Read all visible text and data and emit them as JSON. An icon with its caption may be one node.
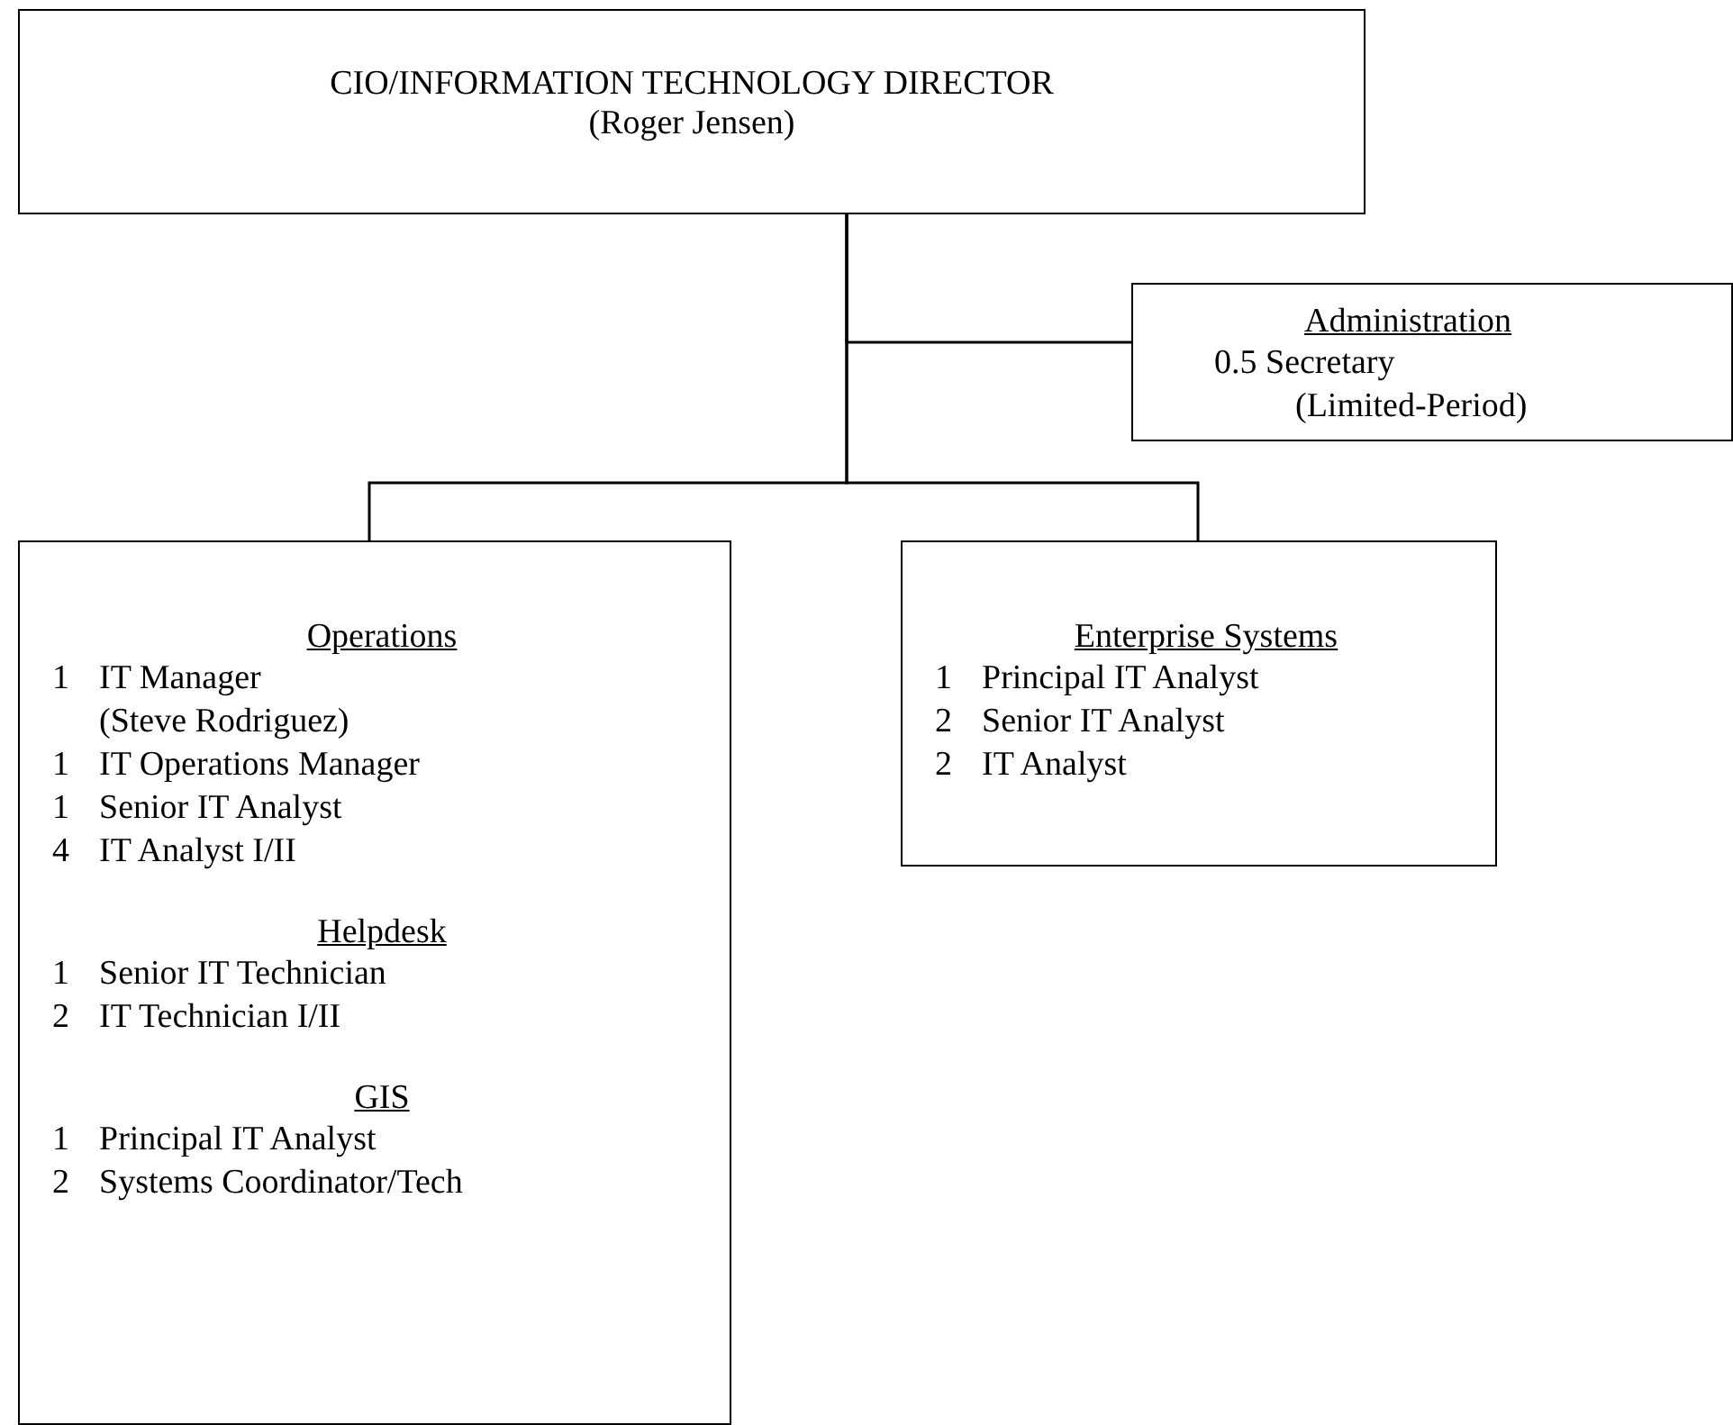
{
  "diagram": {
    "nodes": [
      {
        "text": [
          "CIO/INFORMATION TECHNOLOGY DIRECTOR",
          "(Roger Jensen)"
        ]
      },
      {
        "text": [
          "Administration",
          "0.5 Secretary",
          "(Limited-Period)"
        ]
      },
      {
        "text": [
          "Operations",
          "1",
          "IT Manager",
          "(Steve Rodriguez)",
          "1",
          "IT Operations Manager",
          "1",
          "Senior IT Analyst",
          "4",
          "IT Analyst I/II",
          "Helpdesk",
          "1",
          "Senior IT Technician",
          "2",
          "IT Technician I/II",
          "GIS",
          "1",
          "Principal IT Analyst",
          "2",
          "Systems Coordinator/Tech"
        ]
      },
      {
        "text": [
          "Enterprise Systems",
          "1",
          "Principal IT Analyst",
          "2",
          "Senior IT Analyst",
          "2",
          "IT Analyst"
        ]
      }
    ],
    "edges": [
      {
        "from": 0,
        "to": 1,
        "arrow": "none"
      },
      {
        "from": 0,
        "to": 2,
        "arrow": "none"
      },
      {
        "from": 0,
        "to": 3,
        "arrow": "none"
      }
    ]
  }
}
